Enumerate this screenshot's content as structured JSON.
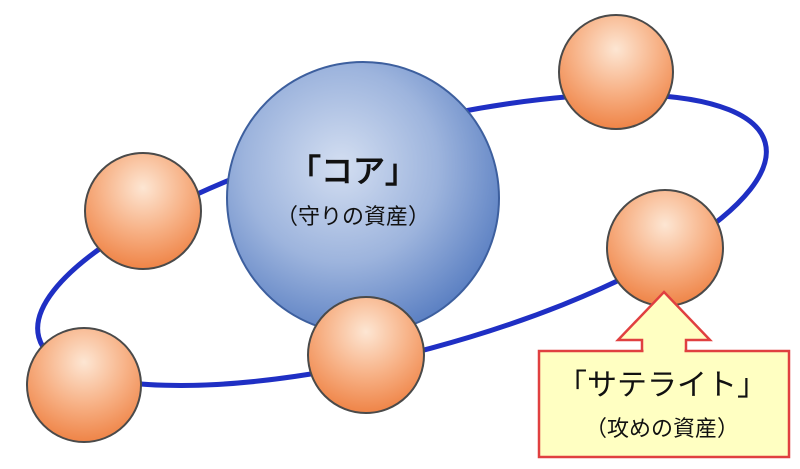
{
  "core": {
    "title": "「コア」",
    "subtitle": "（守りの資産）"
  },
  "satellite": {
    "title": "「サテライト」",
    "subtitle": "（攻めの資産）"
  },
  "colors": {
    "orbit": "#1f2fc4",
    "core_fill_light": "#c9d7ee",
    "core_fill_dark": "#5a7fc2",
    "core_stroke": "#3d5f9e",
    "satellite_fill_light": "#fde3cf",
    "satellite_fill_dark": "#f08a4f",
    "satellite_stroke": "#4a4a4a",
    "callout_fill": "#ffffc2",
    "callout_stroke": "#e04040"
  }
}
